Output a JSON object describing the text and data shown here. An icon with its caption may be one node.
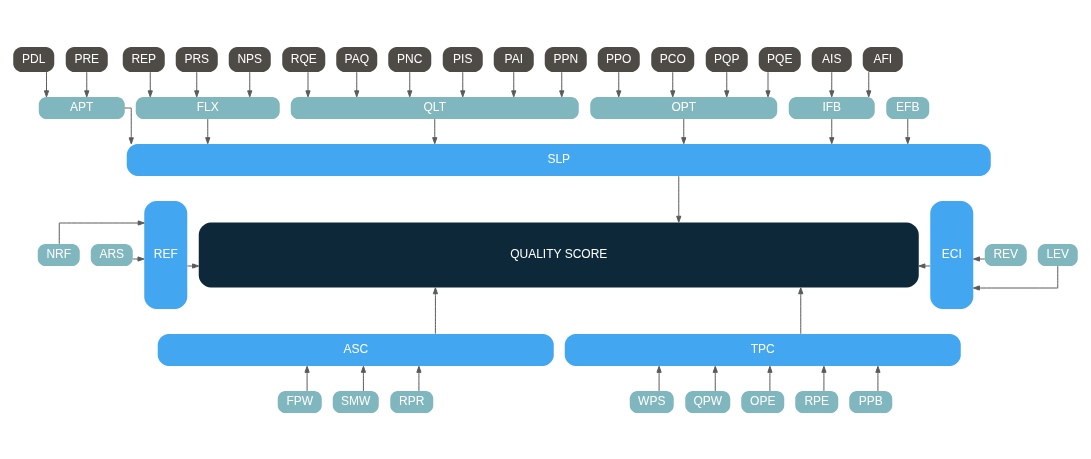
{
  "diagram": {
    "nodes": [
      {
        "text": [
          "PPO"
        ]
      },
      {
        "text": [
          "PCO"
        ]
      },
      {
        "text": [
          "PQP"
        ]
      },
      {
        "text": [
          "PQE"
        ]
      },
      {
        "text": [
          "PDL"
        ]
      },
      {
        "text": [
          "PRE"
        ]
      },
      {
        "text": [
          "REP"
        ]
      },
      {
        "text": [
          "PRS"
        ]
      },
      {
        "text": [
          "NPS"
        ]
      },
      {
        "text": [
          "RQE"
        ]
      },
      {
        "text": [
          "PAQ"
        ]
      },
      {
        "text": [
          "PNC"
        ]
      },
      {
        "text": [
          "PIS"
        ]
      },
      {
        "text": [
          "PAI"
        ]
      },
      {
        "text": [
          "PPN"
        ]
      },
      {
        "text": [
          "AIS"
        ]
      },
      {
        "text": [
          "AFI"
        ]
      },
      {
        "text": [
          "OPT"
        ]
      },
      {
        "text": [
          "APT"
        ]
      },
      {
        "text": [
          "FLX"
        ]
      },
      {
        "text": [
          "QLT"
        ]
      },
      {
        "text": [
          "IFB"
        ]
      },
      {
        "text": [
          "EFB"
        ]
      },
      {
        "text": [
          "SLP"
        ]
      },
      {
        "text": [
          "NRF"
        ]
      },
      {
        "text": [
          "REF"
        ]
      },
      {
        "text": [
          "QUALITY SCORE"
        ]
      },
      {
        "text": [
          "ECI"
        ]
      },
      {
        "text": [
          "REV"
        ]
      },
      {
        "text": [
          "ARS"
        ]
      },
      {
        "text": [
          "LEV"
        ]
      },
      {
        "text": [
          "ASC"
        ]
      },
      {
        "text": [
          "TPC"
        ]
      },
      {
        "text": [
          "FPW"
        ]
      },
      {
        "text": [
          "SMW"
        ]
      },
      {
        "text": [
          "RPR"
        ]
      },
      {
        "text": [
          "WPS"
        ]
      },
      {
        "text": [
          "QPW"
        ]
      },
      {
        "text": [
          "OPE"
        ]
      },
      {
        "text": [
          "RPE"
        ]
      },
      {
        "text": [
          "PPB"
        ]
      }
    ],
    "edges": [
      {
        "from": 0,
        "to": 17,
        "arrow": "to"
      },
      {
        "from": 1,
        "to": 17,
        "arrow": "to"
      },
      {
        "from": 2,
        "to": 17,
        "arrow": "to"
      },
      {
        "from": 3,
        "to": 17,
        "arrow": "to"
      },
      {
        "from": 4,
        "to": 18,
        "arrow": "to"
      },
      {
        "from": 5,
        "to": 18,
        "arrow": "to"
      },
      {
        "from": 6,
        "to": 19,
        "arrow": "to"
      },
      {
        "from": 7,
        "to": 19,
        "arrow": "to"
      },
      {
        "from": 8,
        "to": 19,
        "arrow": "to"
      },
      {
        "from": 9,
        "to": 20,
        "arrow": "to"
      },
      {
        "from": 10,
        "to": 20,
        "arrow": "to"
      },
      {
        "from": 11,
        "to": 20,
        "arrow": "to"
      },
      {
        "from": 12,
        "to": 20,
        "arrow": "to"
      },
      {
        "from": 13,
        "to": 20,
        "arrow": "to"
      },
      {
        "from": 14,
        "to": 20,
        "arrow": "to"
      },
      {
        "from": 15,
        "to": 21,
        "arrow": "to"
      },
      {
        "from": 16,
        "to": 21,
        "arrow": "to"
      },
      {
        "from": 17,
        "to": 23,
        "arrow": "to"
      },
      {
        "from": 18,
        "to": 23,
        "arrow": "to"
      },
      {
        "from": 19,
        "to": 23,
        "arrow": "to"
      },
      {
        "from": 20,
        "to": 23,
        "arrow": "to"
      },
      {
        "from": 21,
        "to": 23,
        "arrow": "to"
      },
      {
        "from": 22,
        "to": 23,
        "arrow": "to"
      },
      {
        "from": 23,
        "to": 26,
        "arrow": "to"
      },
      {
        "from": 24,
        "to": 25,
        "arrow": "to"
      },
      {
        "from": 29,
        "to": 25,
        "arrow": "to"
      },
      {
        "from": 25,
        "to": 26,
        "arrow": "to"
      },
      {
        "from": 28,
        "to": 27,
        "arrow": "to"
      },
      {
        "from": 30,
        "to": 27,
        "arrow": "to"
      },
      {
        "from": 27,
        "to": 26,
        "arrow": "to"
      },
      {
        "from": 31,
        "to": 26,
        "arrow": "to"
      },
      {
        "from": 32,
        "to": 26,
        "arrow": "to"
      },
      {
        "from": 33,
        "to": 31,
        "arrow": "to"
      },
      {
        "from": 34,
        "to": 31,
        "arrow": "to"
      },
      {
        "from": 35,
        "to": 31,
        "arrow": "to"
      },
      {
        "from": 36,
        "to": 32,
        "arrow": "to"
      },
      {
        "from": 37,
        "to": 32,
        "arrow": "to"
      },
      {
        "from": 38,
        "to": 32,
        "arrow": "to"
      },
      {
        "from": 39,
        "to": 32,
        "arrow": "to"
      },
      {
        "from": 40,
        "to": 32,
        "arrow": "to"
      }
    ]
  }
}
